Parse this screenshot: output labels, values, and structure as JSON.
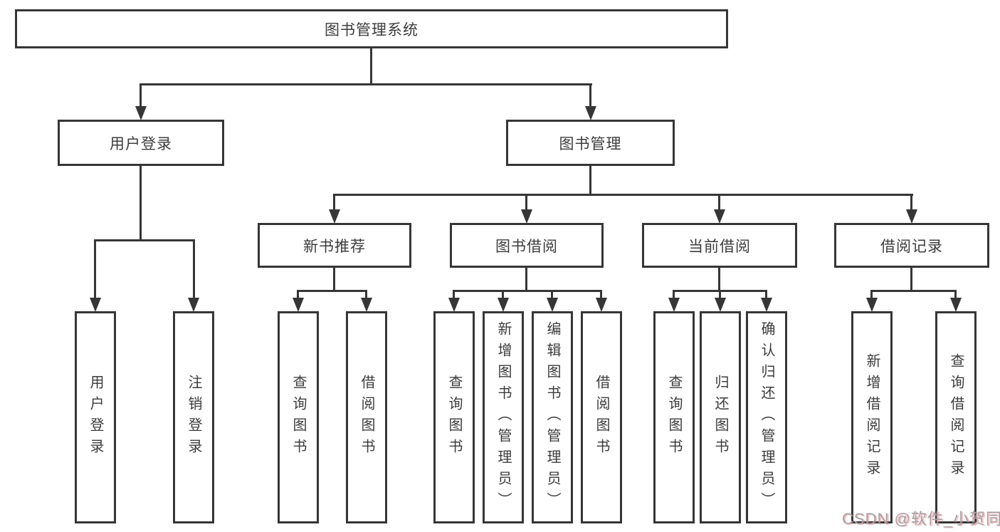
{
  "title": "图书管理系统",
  "nodes": {
    "root": "图书管理系统",
    "user_login": "用户登录",
    "book_management": "图书管理",
    "new_book_recommend": "新书推荐",
    "book_borrowing": "图书借阅",
    "current_borrowing": "当前借阅",
    "borrowing_records": "借阅记录"
  },
  "leaves": {
    "user_login": [
      "用户登录",
      "注销登录"
    ],
    "new_book_recommend": [
      "查询图书",
      "借阅图书"
    ],
    "book_borrowing": [
      "查询图书",
      "新增图书（管理员）",
      "编辑图书（管理员）",
      "借阅图书"
    ],
    "current_borrowing": [
      "查询图书",
      "归还图书",
      "确认归还（管理员）"
    ],
    "borrowing_records": [
      "新增借阅记录",
      "查询借阅记录"
    ]
  },
  "watermark": "CSDN @软件_小贺同学",
  "colors": {
    "line": "#363636",
    "text": "#3c3c3c",
    "background": "#ffffff",
    "watermark": "#a2a2a6",
    "watermark_accent": "#f86e73"
  }
}
